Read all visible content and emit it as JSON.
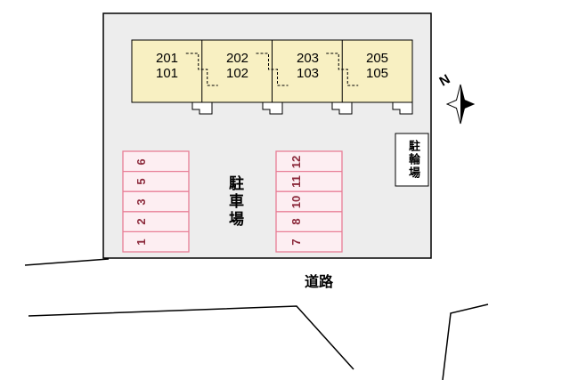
{
  "diagram": {
    "compass": {
      "label": "N"
    },
    "buildings": {
      "units": [
        {
          "upper": "201",
          "lower": "101"
        },
        {
          "upper": "202",
          "lower": "102"
        },
        {
          "upper": "203",
          "lower": "103"
        },
        {
          "upper": "205",
          "lower": "105"
        }
      ]
    },
    "parking": {
      "label": "駐車場",
      "left_stalls_top_to_bottom": [
        "6",
        "5",
        "3",
        "2",
        "1"
      ],
      "right_stalls_top_to_bottom": [
        "12",
        "11",
        "10",
        "8",
        "7"
      ]
    },
    "bicycle_parking": {
      "label": "駐輪場"
    },
    "road": {
      "label": "道路"
    },
    "colors": {
      "site_fill": "#ededed",
      "building_fill": "#f8f0c2",
      "stall_fill": "#fdeef2",
      "stall_line": "#e87e96",
      "stall_number": "#8c2a3c",
      "outline": "#000000"
    }
  }
}
